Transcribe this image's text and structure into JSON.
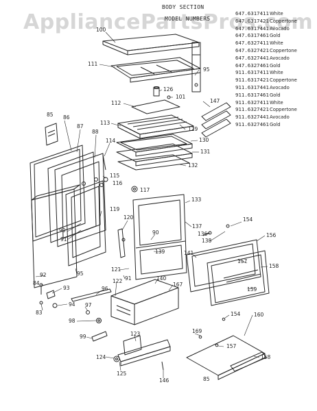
{
  "title": "BODY SECTION",
  "subtitle": "MODEL NUMBERS",
  "watermark": "AppliancePartsPros.com",
  "models": [
    {
      "number": "647.6317411",
      "color": "White"
    },
    {
      "number": "647.6317421",
      "color": "Coppertone"
    },
    {
      "number": "647.6317441",
      "color": "Avocado"
    },
    {
      "number": "647.6317461",
      "color": "Gold"
    },
    {
      "number": "647.6327411",
      "color": "White"
    },
    {
      "number": "647.6327421",
      "color": "Coppertone"
    },
    {
      "number": "647.6327441",
      "color": "Avocado"
    },
    {
      "number": "647.6327461",
      "color": "Gold"
    },
    {
      "number": "911.6317411",
      "color": "White"
    },
    {
      "number": "911.6317421",
      "color": "Coppertone"
    },
    {
      "number": "911.6317441",
      "color": "Avocado"
    },
    {
      "number": "911.6317461",
      "color": "Gold"
    },
    {
      "number": "911.6327411",
      "color": "White"
    },
    {
      "number": "911.6327421",
      "color": "Coppertone"
    },
    {
      "number": "911.6327441",
      "color": "Avocado"
    },
    {
      "number": "911.6327461",
      "color": "Gold"
    }
  ],
  "callouts": {
    "c100": "100",
    "c111": "111",
    "c95a": "95",
    "c126": "126",
    "c101": "101",
    "c147": "147",
    "c112": "112",
    "c85": "85",
    "c86": "86",
    "c87": "87",
    "c88": "88",
    "c113": "113",
    "c129": "129",
    "c130": "130",
    "c131": "131",
    "c132": "132",
    "c114": "114",
    "c115": "115",
    "c116": "116",
    "c117": "117",
    "c133": "133",
    "c120": "120",
    "c137": "137",
    "c154a": "154",
    "c119": "119",
    "c90a": "90",
    "c91a": "91",
    "c90b": "90",
    "c136": "136",
    "c138": "138",
    "c156": "156",
    "c139": "139",
    "c141": "141",
    "c157a": "157",
    "c158a": "158",
    "c92": "92",
    "c95b": "95",
    "c121": "121",
    "c91b": "91",
    "c122": "122",
    "c140": "140",
    "c167": "167",
    "c159": "159",
    "c84": "84",
    "c93": "93",
    "c83": "83",
    "c94": "94",
    "c96": "96",
    "c97": "97",
    "c98": "98",
    "c154b": "154",
    "c160": "160",
    "c99": "99",
    "c123": "123",
    "c169": "169",
    "c157b": "157",
    "c124": "124",
    "c125": "125",
    "c146": "146",
    "c158b": "158",
    "c85b": "85"
  }
}
